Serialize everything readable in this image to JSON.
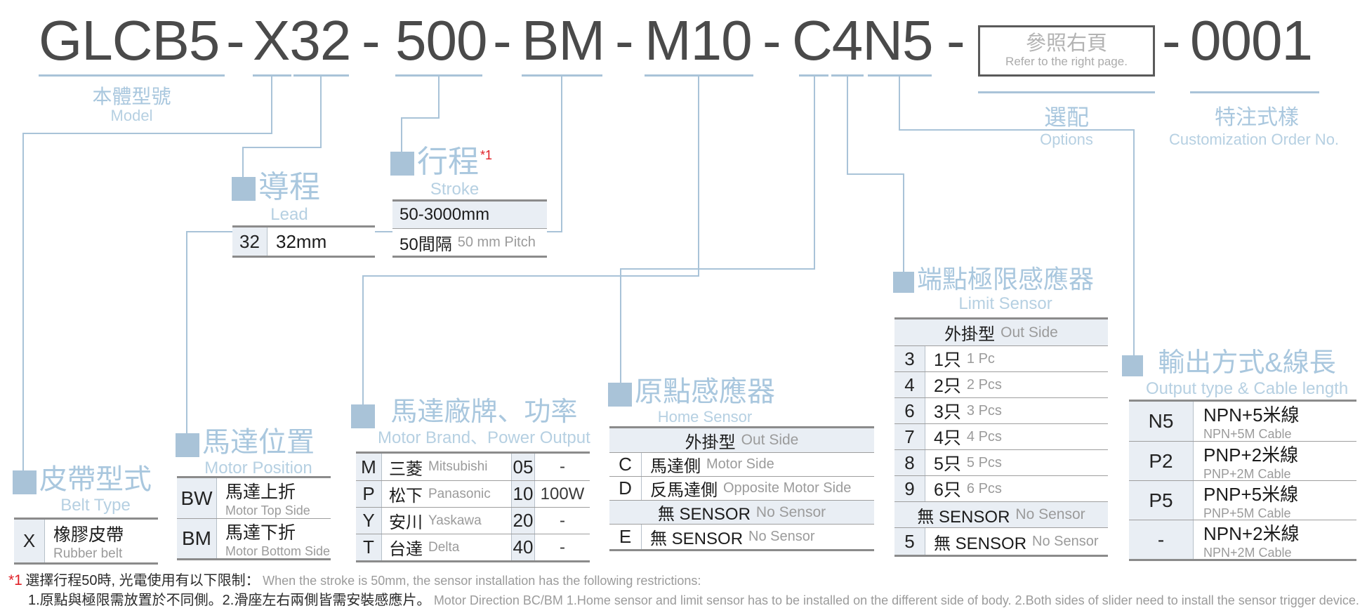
{
  "title": {
    "dash": "-",
    "segments": {
      "model": "GLCB5",
      "belt_lead": "X32",
      "stroke": "500",
      "motor_position": "BM",
      "motor_brand": "M10",
      "sensor_output": "C4N5",
      "serial": "0001"
    },
    "options_box": {
      "zh": "參照右頁",
      "en": "Refer to the right page."
    }
  },
  "labels": {
    "model": {
      "zh": "本體型號",
      "en": "Model"
    },
    "options": {
      "zh": "選配",
      "en": "Options"
    },
    "customization": {
      "zh": "特注式樣",
      "en": "Customization Order No."
    }
  },
  "sections": {
    "belt_type": {
      "title_zh": "皮帶型式",
      "title_en": "Belt Type",
      "rows": [
        {
          "code": "X",
          "zh": "橡膠皮帶",
          "en": "Rubber belt"
        }
      ]
    },
    "lead": {
      "title_zh": "導程",
      "title_en": "Lead",
      "rows": [
        {
          "code": "32",
          "value": "32mm"
        }
      ]
    },
    "stroke": {
      "title_zh": "行程",
      "note_ref": "*1",
      "title_en": "Stroke",
      "range": "50-3000mm",
      "pitch_zh": "50間隔",
      "pitch_en": "50 mm Pitch"
    },
    "motor_position": {
      "title_zh": "馬達位置",
      "title_en": "Motor Position",
      "rows": [
        {
          "code": "BW",
          "zh": "馬達上折",
          "en": "Motor Top Side"
        },
        {
          "code": "BM",
          "zh": "馬達下折",
          "en": "Motor Bottom Side"
        }
      ]
    },
    "motor_brand": {
      "title_zh": "馬達廠牌、功率",
      "title_en": "Motor Brand、Power Output",
      "rows": [
        {
          "code": "M",
          "zh": "三菱",
          "en": "Mitsubishi",
          "power_code": "05",
          "power": "-"
        },
        {
          "code": "P",
          "zh": "松下",
          "en": "Panasonic",
          "power_code": "10",
          "power": "100W"
        },
        {
          "code": "Y",
          "zh": "安川",
          "en": "Yaskawa",
          "power_code": "20",
          "power": "-"
        },
        {
          "code": "T",
          "zh": "台達",
          "en": "Delta",
          "power_code": "40",
          "power": "-"
        }
      ]
    },
    "home_sensor": {
      "title_zh": "原點感應器",
      "title_en": "Home Sensor",
      "header_outside_zh": "外掛型",
      "header_outside_en": "Out Side",
      "rows_outside": [
        {
          "code": "C",
          "zh": "馬達側",
          "en": "Motor Side"
        },
        {
          "code": "D",
          "zh": "反馬達側",
          "en": "Opposite Motor Side"
        }
      ],
      "header_none_zh": "無 SENSOR",
      "header_none_en": "No Sensor",
      "rows_none": [
        {
          "code": "E",
          "zh": "無 SENSOR",
          "en": "No Sensor"
        }
      ]
    },
    "limit_sensor": {
      "title_zh": "端點極限感應器",
      "title_en": "Limit Sensor",
      "header_outside_zh": "外掛型",
      "header_outside_en": "Out Side",
      "rows_outside": [
        {
          "code": "3",
          "zh": "1只",
          "en": "1 Pc"
        },
        {
          "code": "4",
          "zh": "2只",
          "en": "2 Pcs"
        },
        {
          "code": "6",
          "zh": "3只",
          "en": "3 Pcs"
        },
        {
          "code": "7",
          "zh": "4只",
          "en": "4 Pcs"
        },
        {
          "code": "8",
          "zh": "5只",
          "en": "5 Pcs"
        },
        {
          "code": "9",
          "zh": "6只",
          "en": "6 Pcs"
        }
      ],
      "header_none_zh": "無 SENSOR",
      "header_none_en": "No Sensor",
      "rows_none": [
        {
          "code": "5",
          "zh": "無 SENSOR",
          "en": "No Sensor"
        }
      ]
    },
    "output": {
      "title_zh": "輸出方式&線長",
      "title_en": "Output type & Cable length",
      "rows": [
        {
          "code": "N5",
          "zh": "NPN+5米線",
          "en": "NPN+5M Cable"
        },
        {
          "code": "P2",
          "zh": "PNP+2米線",
          "en": "PNP+2M Cable"
        },
        {
          "code": "P5",
          "zh": "PNP+5米線",
          "en": "PNP+5M Cable"
        },
        {
          "code": "-",
          "zh": "NPN+2米線",
          "en": "NPN+2M Cable"
        }
      ]
    }
  },
  "footnote": {
    "ref": "*1",
    "line1_zh": "選擇行程50時, 光電使用有以下限制：",
    "line1_en": "When the stroke is 50mm, the sensor installation has the following restrictions:",
    "line2_zh": "1.原點與極限需放置於不同側。2.滑座左右兩側皆需安裝感應片。",
    "line2_en": "Motor Direction BC/BM 1.Home sensor and limit sensor has to be installed on the different side of body. 2.Both sides of slider need to install the sensor trigger device."
  },
  "colors": {
    "accent_blue": "#a9c3d8",
    "title_dark": "#4a4a4a",
    "table_border": "#8b8b8b",
    "cell_bg": "#e9eef4",
    "text_gray": "#9b9b9b",
    "note_red": "#e01f26"
  }
}
